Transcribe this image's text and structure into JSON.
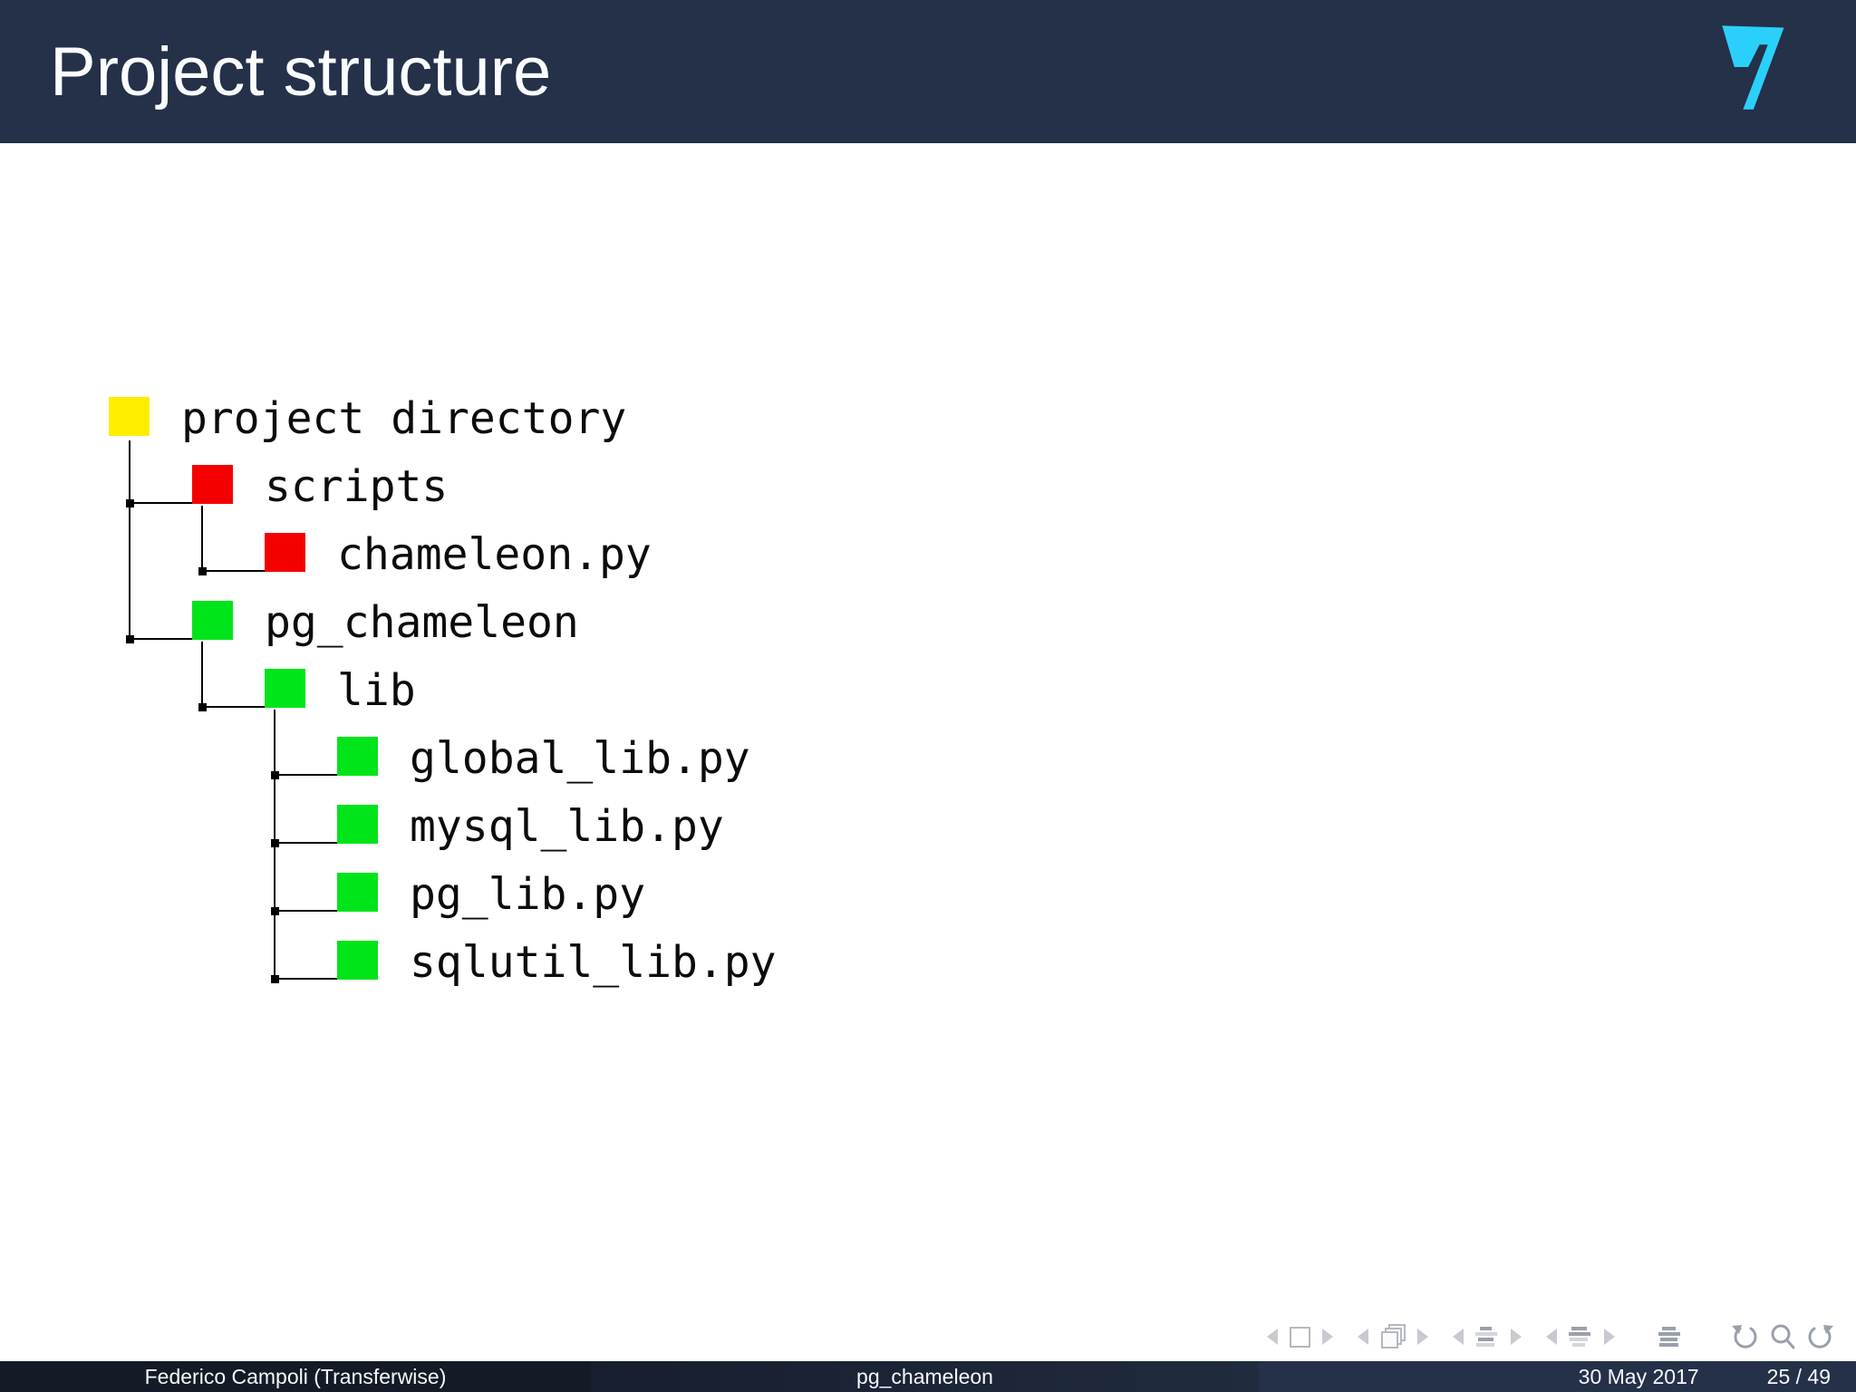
{
  "slide": {
    "title": "Project structure",
    "header_bg": "#253049",
    "logo": {
      "name": "transferwise-flag-logo",
      "color": "#2BD0FA"
    }
  },
  "tree": {
    "items": [
      {
        "label": "project directory",
        "color": "#FFED00",
        "level": 0
      },
      {
        "label": "scripts",
        "color": "#F40000",
        "level": 1
      },
      {
        "label": "chameleon.py",
        "color": "#F40000",
        "level": 2
      },
      {
        "label": "pg_chameleon",
        "color": "#00E41A",
        "level": 1
      },
      {
        "label": "lib",
        "color": "#00E41A",
        "level": 2
      },
      {
        "label": "global_lib.py",
        "color": "#00E41A",
        "level": 3
      },
      {
        "label": "mysql_lib.py",
        "color": "#00E41A",
        "level": 3
      },
      {
        "label": "pg_lib.py",
        "color": "#00E41A",
        "level": 3
      },
      {
        "label": "sqlutil_lib.py",
        "color": "#00E41A",
        "level": 3
      }
    ]
  },
  "navigation": {
    "icons": [
      "prev-slide",
      "slide",
      "next-slide",
      "prev-frame",
      "frames",
      "next-frame",
      "prev-subsection",
      "subsection-list",
      "next-subsection",
      "prev-section",
      "section-list",
      "next-section",
      "appendix-list",
      "history-back",
      "search",
      "history-forward"
    ]
  },
  "footer": {
    "author": "Federico Campoli (Transferwise)",
    "short_title": "pg_chameleon",
    "date": "30 May 2017",
    "frame": "25 / 49"
  }
}
